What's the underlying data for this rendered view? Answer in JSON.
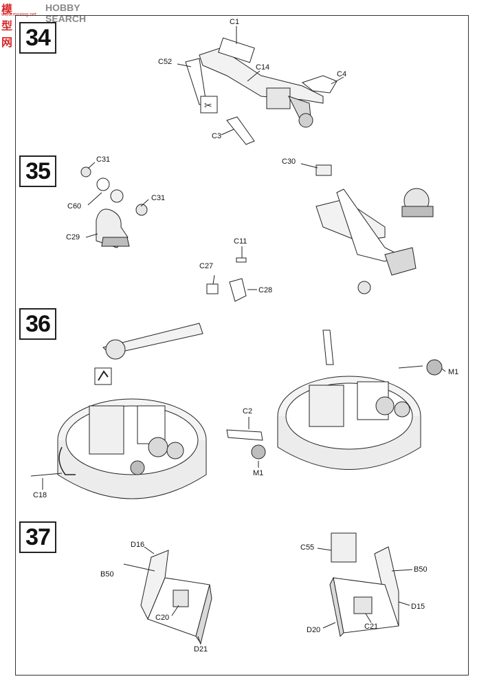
{
  "watermark": {
    "cn": "模型网",
    "en": "HOBBY SEARCH",
    "url": "www.moxing.net"
  },
  "steps": {
    "s34": {
      "number": "34",
      "labels": {
        "c1": "C1",
        "c52": "C52",
        "c14": "C14",
        "c4": "C4",
        "c3": "C3"
      },
      "icon": "glue-and-cut-icon"
    },
    "s35": {
      "number": "35",
      "labels": {
        "c31a": "C31",
        "c60": "C60",
        "c31b": "C31",
        "c29": "C29",
        "c30": "C30",
        "c11": "C11",
        "c27": "C27",
        "c28": "C28"
      }
    },
    "s36": {
      "number": "36",
      "labels": {
        "c18": "C18",
        "c2": "C2",
        "m1a": "M1",
        "m1b": "M1"
      },
      "icon": "rotate-arrow-icon"
    },
    "s37": {
      "number": "37",
      "labels": {
        "d16": "D16",
        "b50a": "B50",
        "c20": "C20",
        "d21": "D21",
        "c55": "C55",
        "b50b": "B50",
        "d15": "D15",
        "d20": "D20",
        "c21": "C21"
      }
    }
  },
  "colors": {
    "line": "#222222",
    "shade": "#d9d9d9",
    "dark": "#555555",
    "watermark_red": "#d8282a"
  }
}
